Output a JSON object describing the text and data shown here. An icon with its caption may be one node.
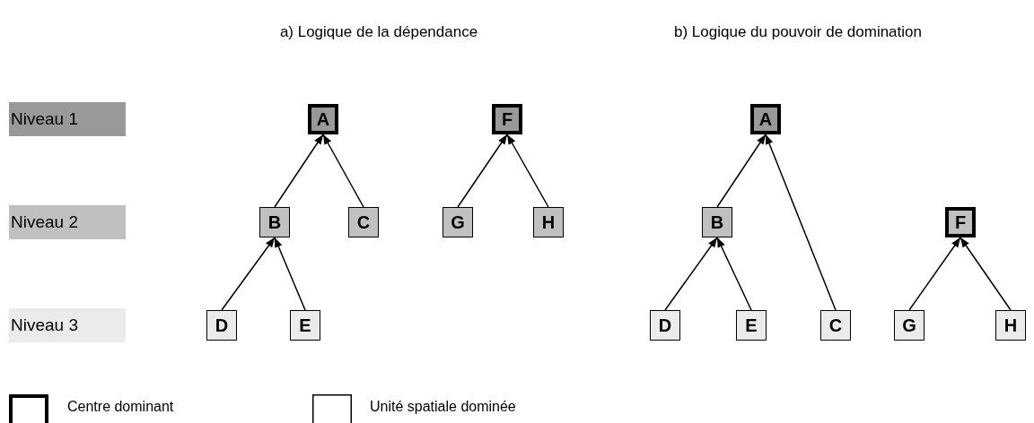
{
  "diagram": {
    "nodes": [
      {
        "text": [
          "Niveau 1"
        ]
      },
      {
        "text": [
          "A"
        ]
      },
      {
        "text": [
          "F"
        ]
      },
      {
        "text": [
          "A"
        ]
      },
      {
        "text": [
          "Niveau 2"
        ]
      },
      {
        "text": [
          "B"
        ]
      },
      {
        "text": [
          "C"
        ]
      },
      {
        "text": [
          "G"
        ]
      },
      {
        "text": [
          "H"
        ]
      },
      {
        "text": [
          "B"
        ]
      },
      {
        "text": [
          "F"
        ]
      },
      {
        "text": [
          "Niveau 3"
        ]
      },
      {
        "text": [
          "D"
        ]
      },
      {
        "text": [
          "E"
        ]
      },
      {
        "text": [
          "D"
        ]
      },
      {
        "text": [
          "E"
        ]
      },
      {
        "text": [
          "C"
        ]
      },
      {
        "text": [
          "G"
        ]
      },
      {
        "text": [
          "H"
        ]
      }
    ],
    "edges": [
      {
        "from": 5,
        "to": 1,
        "arrow": "to"
      },
      {
        "from": 6,
        "to": 1,
        "arrow": "to"
      },
      {
        "from": 7,
        "to": 2,
        "arrow": "to"
      },
      {
        "from": 8,
        "to": 2,
        "arrow": "to"
      },
      {
        "from": 12,
        "to": 5,
        "arrow": "to"
      },
      {
        "from": 13,
        "to": 5,
        "arrow": "to"
      },
      {
        "from": 9,
        "to": 3,
        "arrow": "to"
      },
      {
        "from": 16,
        "to": 3,
        "arrow": "to"
      },
      {
        "from": 14,
        "to": 9,
        "arrow": "to"
      },
      {
        "from": 15,
        "to": 9,
        "arrow": "to"
      },
      {
        "from": 17,
        "to": 10,
        "arrow": "to"
      },
      {
        "from": 18,
        "to": 10,
        "arrow": "to"
      }
    ],
    "labels": [
      "a) Logique de la dépendance",
      "b) Logique du pouvoir de domination"
    ],
    "legend": [
      {
        "text": "Centre dominant"
      },
      {
        "text": "Unité spatiale dominée"
      }
    ]
  }
}
